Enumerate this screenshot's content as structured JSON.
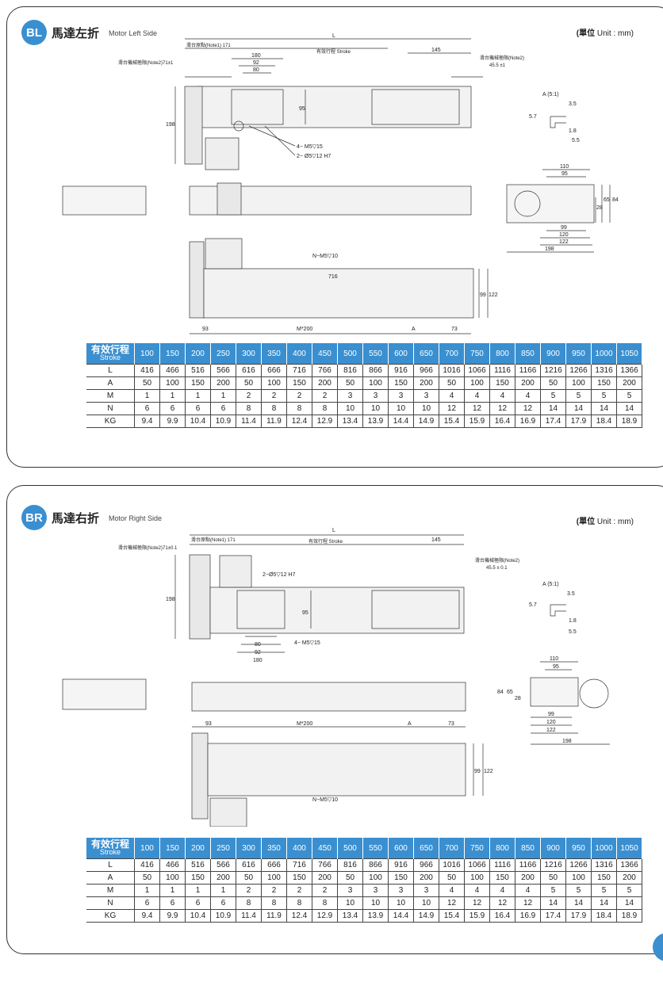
{
  "sections": [
    {
      "badge": "BL",
      "title_cn": "馬達左折",
      "title_en": "Motor Left Side",
      "unit_cn": "(單位",
      "unit_en": "Unit : mm)",
      "dims": {
        "L": "L",
        "origin": "滑台原點(Note1) 171",
        "stroke": "有效行程 Stroke",
        "d145": "145",
        "limit_left": "滑台機械極限(Note2)71±1",
        "limit_right": "滑台機械極限(Note2)",
        "limit_right_val": "45.5 ±1",
        "d180": "180",
        "d92": "92",
        "d80": "80",
        "d95": "95",
        "d198": "198",
        "m5": "4− M5▽15",
        "pin": "2− Ø5▽12 H7",
        "a51": "A (5:1)",
        "d3_5": "3.5",
        "d5_7": "5.7",
        "d1_8": "1.8",
        "d5_5": "5.5",
        "d110": "110",
        "d95b": "95",
        "d99": "99",
        "d120": "120",
        "d122": "122",
        "d198b": "198",
        "d28": "28",
        "d65": "65",
        "d84": "84",
        "nm5": "N−M5▽10",
        "d716": "716",
        "d99v": "99",
        "d122v": "122",
        "d93": "93",
        "m200": "M*200",
        "A": "A",
        "d73": "73"
      }
    },
    {
      "badge": "BR",
      "title_cn": "馬達右折",
      "title_en": "Motor Right Side",
      "unit_cn": "(單位",
      "unit_en": "Unit : mm)",
      "dims": {
        "L": "L",
        "origin": "滑台原點(Note1) 171",
        "stroke": "有效行程 Stroke",
        "d145": "145",
        "limit_left": "滑台機械極限(Note2)71±0.1",
        "limit_right": "滑台機械極限(Note2)",
        "limit_right_val": "45.5 ± 0.1",
        "d180": "180",
        "d92": "92",
        "d80": "80",
        "d95": "95",
        "d198": "198",
        "m5": "4− M5▽15",
        "pin": "2−Ø5▽12 H7",
        "a51": "A (5:1)",
        "d3_5": "3.5",
        "d5_7": "5.7",
        "d1_8": "1.8",
        "d5_5": "5.5",
        "d110": "110",
        "d95b": "95",
        "d99": "99",
        "d120": "120",
        "d122": "122",
        "d198b": "198",
        "d28": "28",
        "d65": "65",
        "d84": "84",
        "nm5": "N−M5▽10",
        "d99v": "99",
        "d122v": "122",
        "d93": "93",
        "m200": "M*200",
        "A": "A",
        "d73": "73"
      }
    }
  ],
  "table": {
    "header_cn": "有效行程",
    "header_en": "Stroke",
    "strokes": [
      "100",
      "150",
      "200",
      "250",
      "300",
      "350",
      "400",
      "450",
      "500",
      "550",
      "600",
      "650",
      "700",
      "750",
      "800",
      "850",
      "900",
      "950",
      "1000",
      "1050"
    ],
    "rows": [
      {
        "label": "L",
        "values": [
          "416",
          "466",
          "516",
          "566",
          "616",
          "666",
          "716",
          "766",
          "816",
          "866",
          "916",
          "966",
          "1016",
          "1066",
          "1116",
          "1166",
          "1216",
          "1266",
          "1316",
          "1366"
        ]
      },
      {
        "label": "A",
        "values": [
          "50",
          "100",
          "150",
          "200",
          "50",
          "100",
          "150",
          "200",
          "50",
          "100",
          "150",
          "200",
          "50",
          "100",
          "150",
          "200",
          "50",
          "100",
          "150",
          "200"
        ]
      },
      {
        "label": "M",
        "values": [
          "1",
          "1",
          "1",
          "1",
          "2",
          "2",
          "2",
          "2",
          "3",
          "3",
          "3",
          "3",
          "4",
          "4",
          "4",
          "4",
          "5",
          "5",
          "5",
          "5"
        ]
      },
      {
        "label": "N",
        "values": [
          "6",
          "6",
          "6",
          "6",
          "8",
          "8",
          "8",
          "8",
          "10",
          "10",
          "10",
          "10",
          "12",
          "12",
          "12",
          "12",
          "14",
          "14",
          "14",
          "14"
        ]
      },
      {
        "label": "KG",
        "values": [
          "9.4",
          "9.9",
          "10.4",
          "10.9",
          "11.4",
          "11.9",
          "12.4",
          "12.9",
          "13.4",
          "13.9",
          "14.4",
          "14.9",
          "15.4",
          "15.9",
          "16.4",
          "16.9",
          "17.4",
          "17.9",
          "18.4",
          "18.9"
        ]
      }
    ]
  }
}
